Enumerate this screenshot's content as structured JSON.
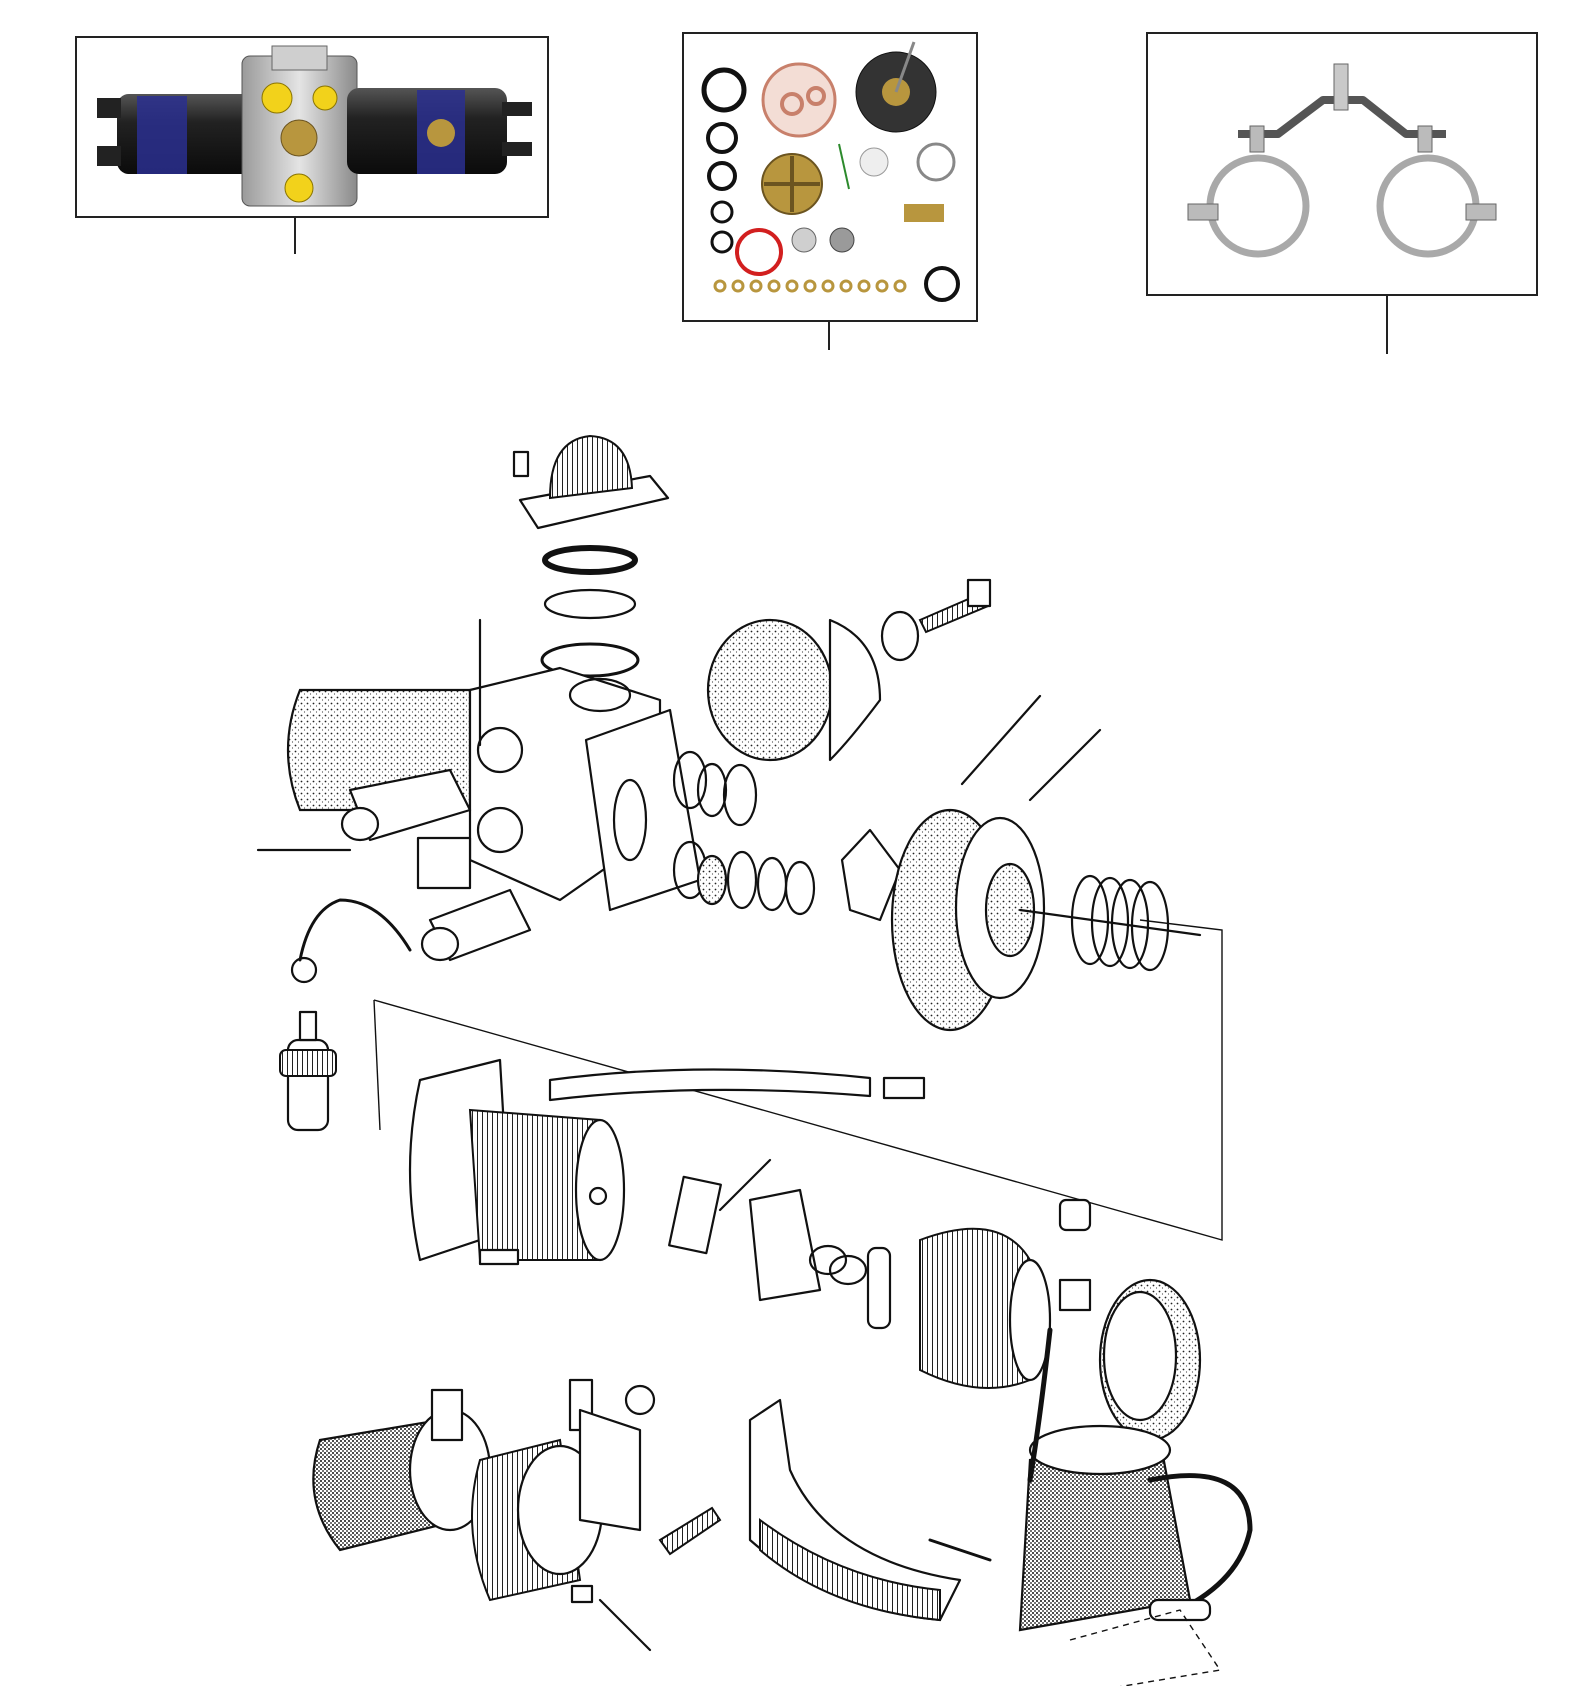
{
  "photos": [
    {
      "name": "fuel-pump-photo"
    },
    {
      "name": "repair-kit-photo"
    },
    {
      "name": "mounting-bracket-photo"
    }
  ],
  "colors": {
    "pump_body": "#1c1c1c",
    "pump_label": "#2a2f8f",
    "port_caps": "#f2d21b",
    "brass": "#b8963e",
    "gasket_red": "#d21f1f",
    "gasket_fiber": "#c8806b",
    "line": "#111111"
  }
}
